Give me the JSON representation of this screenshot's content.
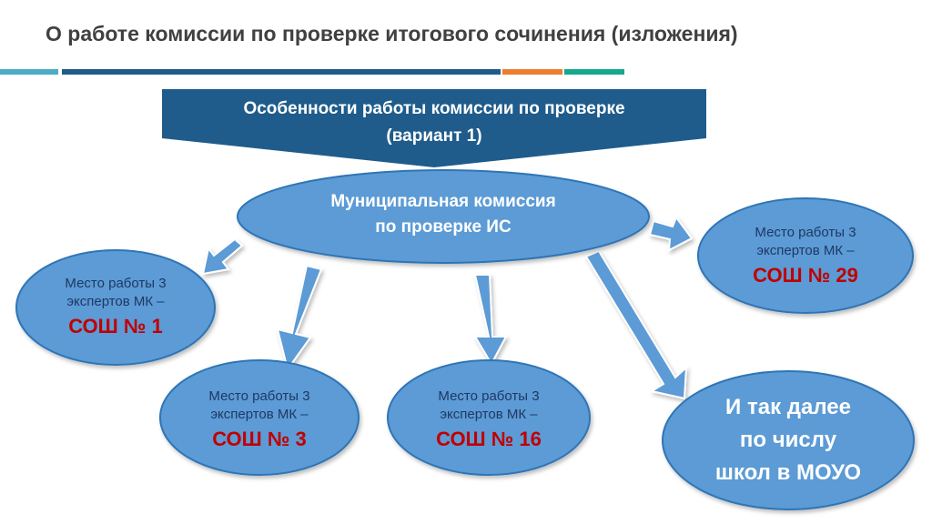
{
  "header": {
    "title": "О работе комиссии по проверке итогового сочинения (изложения)"
  },
  "colors": {
    "dark_blue": "#1f5c8b",
    "ellipse_blue": "#5b9bd5",
    "ellipse_border": "#2e75b6",
    "school_red": "#c00000",
    "label_dark": "#1f3864",
    "rule_cyan": "#4bacc6",
    "rule_orange": "#ed7d31",
    "rule_teal": "#16a88d"
  },
  "banner": {
    "line1": "Особенности работы комиссии по проверке",
    "line2": "(вариант 1)"
  },
  "center": {
    "line1": "Муниципальная комиссия",
    "line2": "по проверке ИС"
  },
  "nodes": [
    {
      "line1": "Место работы 3",
      "line2": "экспертов МК –",
      "school": "СОШ № 1"
    },
    {
      "line1": "Место работы 3",
      "line2": "экспертов МК –",
      "school": "СОШ № 3"
    },
    {
      "line1": "Место работы 3",
      "line2": "экспертов МК –",
      "school": "СОШ № 16"
    },
    {
      "line1": "Место работы 3",
      "line2": "экспертов МК –",
      "school": "СОШ № 29"
    }
  ],
  "final": {
    "line1": "И так далее",
    "line2": "по числу",
    "line3": "школ в МОУО"
  }
}
